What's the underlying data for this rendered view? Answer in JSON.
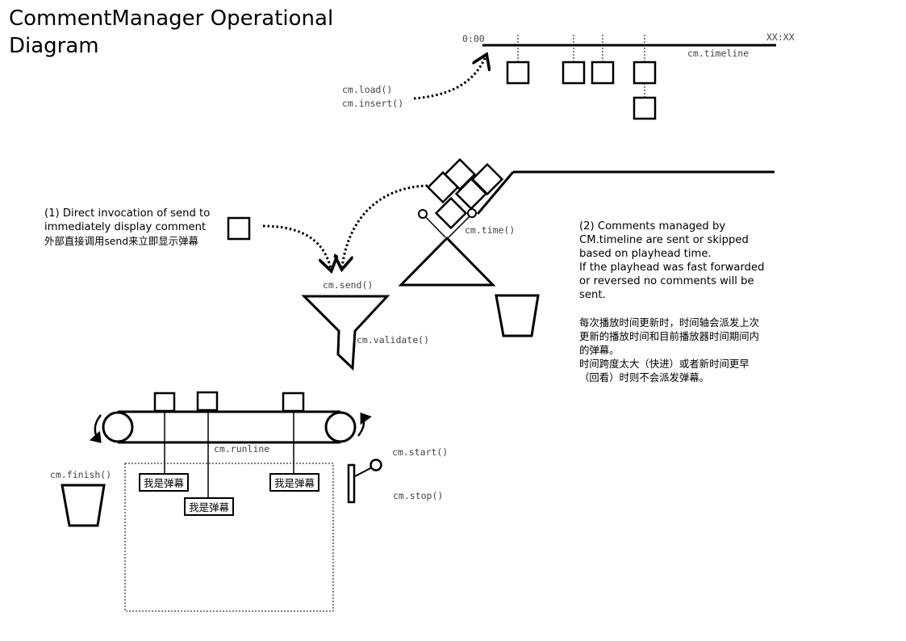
{
  "title": {
    "line1": "CommentManager Operational",
    "line2": "Diagram"
  },
  "timeline": {
    "start_label": "0:00",
    "end_label": "XX:XX",
    "name": "cm.timeline"
  },
  "calls": {
    "load": "cm.load()",
    "insert": "cm.insert()",
    "time": "cm.time()",
    "send": "cm.send()",
    "validate": "cm.validate()",
    "runline": "cm.runline",
    "finish": "cm.finish()",
    "start": "cm.start()",
    "stop": "cm.stop()"
  },
  "note1": {
    "line1": "(1) Direct invocation of send to",
    "line2": "immediately display comment",
    "line3": "外部直接调用send来立即显示弹幕"
  },
  "note2": {
    "line1": "(2) Comments managed by",
    "line2": "CM.timeline are sent or skipped",
    "line3": "based on playhead time.",
    "line4": "If the playhead was fast forwarded",
    "line5": "or reversed no comments will be",
    "line6": "sent.",
    "zh1": "每次播放时间更新时，时间轴会派发上次",
    "zh2": "更新的播放时间和目前播放器时间期间内",
    "zh3": "的弹幕。",
    "zh4": "时间跨度太大（快进）或者新时间更早",
    "zh5": "（回看）时则不会派发弹幕。"
  },
  "comments": {
    "a": "我是弹幕",
    "b": "我是弹幕",
    "c": "我是弹幕"
  }
}
